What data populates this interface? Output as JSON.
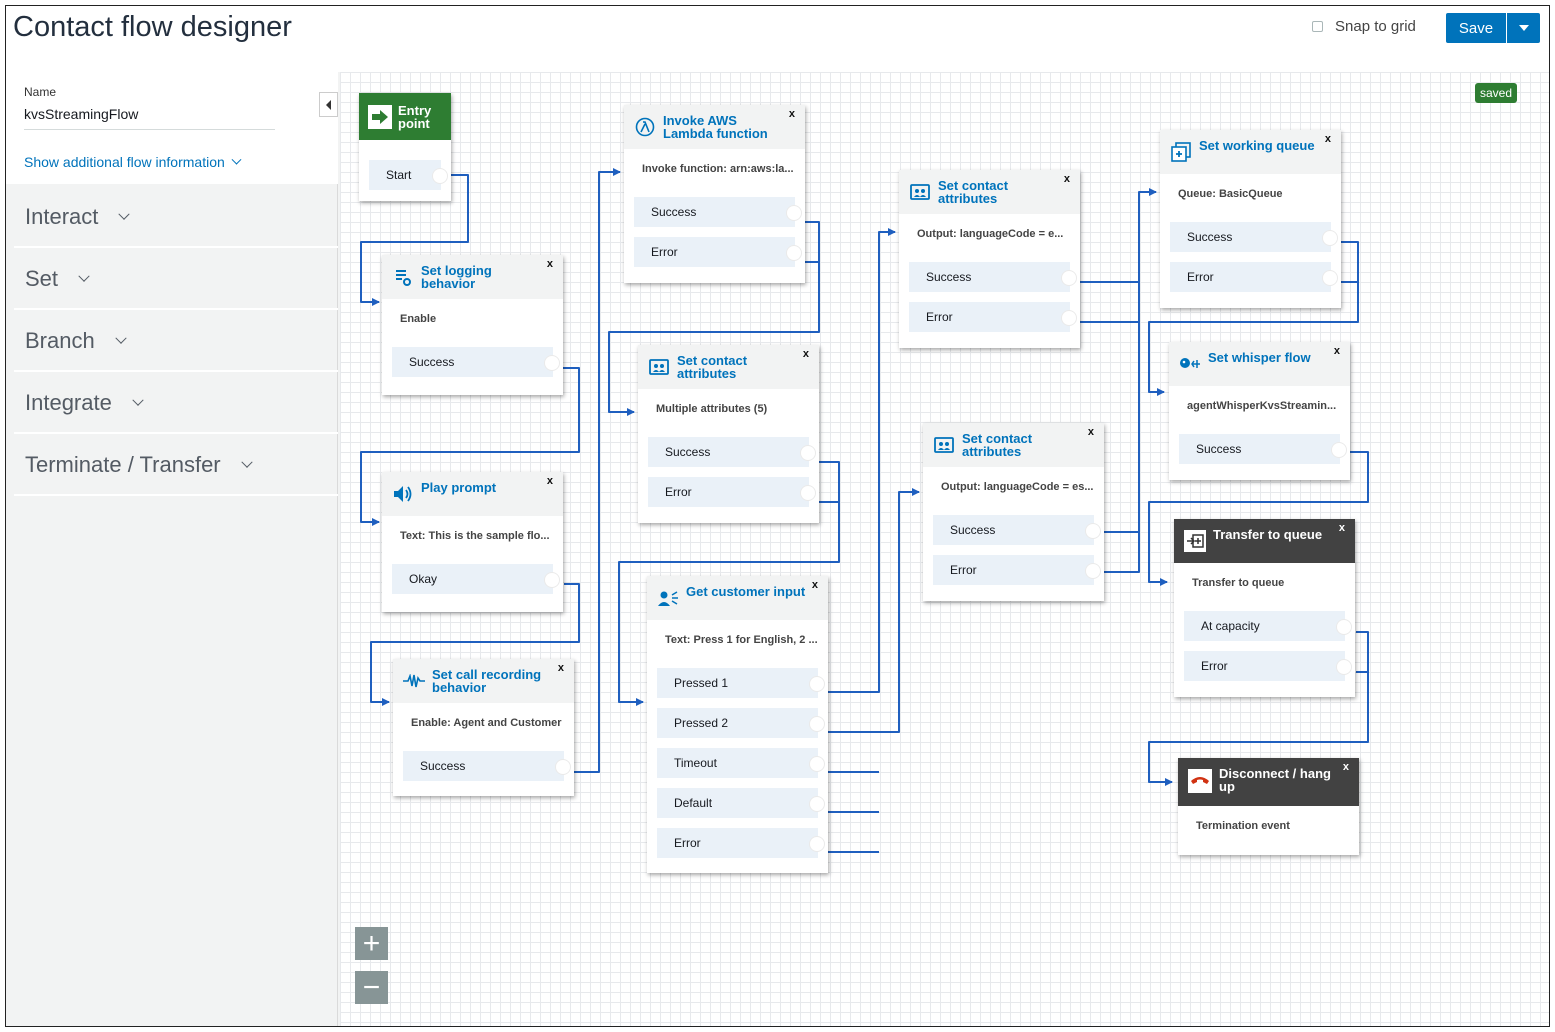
{
  "app": {
    "title": "Contact flow designer"
  },
  "header": {
    "snap_label": "Snap to grid",
    "save_label": "Save"
  },
  "sidebar": {
    "name_label": "Name",
    "name_value": "kvsStreamingFlow",
    "show_more": "Show additional flow information",
    "categories": [
      "Interact",
      "Set",
      "Branch",
      "Integrate",
      "Terminate / Transfer"
    ]
  },
  "canvas": {
    "status": "saved",
    "entry": {
      "title": "Entry point",
      "branch": "Start"
    },
    "blocks": [
      {
        "title": "Set logging behavior",
        "desc": "Enable",
        "branches": [
          "Success"
        ],
        "icon": "logging-icon"
      },
      {
        "title": "Play prompt",
        "desc": "Text: This is the sample flo...",
        "branches": [
          "Okay"
        ],
        "icon": "speaker-icon"
      },
      {
        "title": "Set call recording behavior",
        "desc": "Enable: Agent and Customer",
        "branches": [
          "Success"
        ],
        "icon": "waveform-icon"
      },
      {
        "title": "Invoke AWS Lambda function",
        "desc": "Invoke function: arn:aws:la...",
        "branches": [
          "Success",
          "Error"
        ],
        "icon": "lambda-icon"
      },
      {
        "title": "Set contact attributes",
        "desc": "Multiple attributes (5)",
        "branches": [
          "Success",
          "Error"
        ],
        "icon": "attributes-icon"
      },
      {
        "title": "Get customer input",
        "desc": "Text: Press 1 for English, 2 ...",
        "branches": [
          "Pressed 1",
          "Pressed 2",
          "Timeout",
          "Default",
          "Error"
        ],
        "icon": "customer-input-icon"
      },
      {
        "title": "Set contact attributes",
        "desc": "Output: languageCode = e...",
        "branches": [
          "Success",
          "Error"
        ],
        "icon": "attributes-icon"
      },
      {
        "title": "Set contact attributes",
        "desc": "Output: languageCode = es...",
        "branches": [
          "Success",
          "Error"
        ],
        "icon": "attributes-icon"
      },
      {
        "title": "Set working queue",
        "desc": "Queue: BasicQueue",
        "branches": [
          "Success",
          "Error"
        ],
        "icon": "queue-icon"
      },
      {
        "title": "Set whisper flow",
        "desc": "agentWhisperKvsStreamin...",
        "branches": [
          "Success"
        ],
        "icon": "whisper-icon"
      },
      {
        "title": "Transfer to queue",
        "desc": "Transfer to queue",
        "branches": [
          "At capacity",
          "Error"
        ],
        "icon": "transfer-icon"
      },
      {
        "title": "Disconnect / hang up",
        "desc": "Termination event",
        "branches": [],
        "icon": "disconnect-icon"
      }
    ],
    "close_glyph": "x"
  },
  "colors": {
    "accent": "#0073bb",
    "wire": "#1f5fbf",
    "entry": "#2e7d32",
    "dark_header": "#424242"
  }
}
